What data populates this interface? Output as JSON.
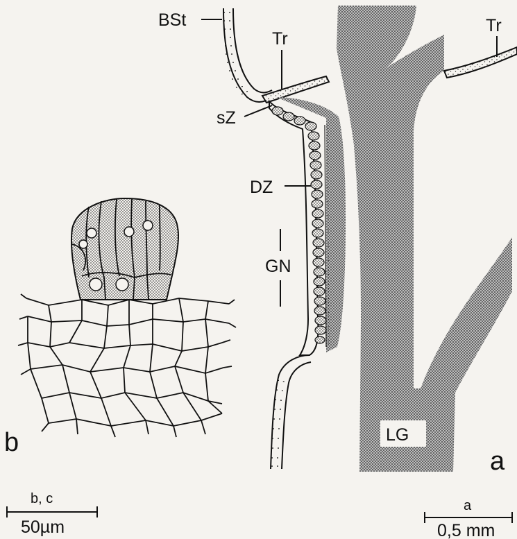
{
  "panels": {
    "a": {
      "letter": "a"
    },
    "b": {
      "letter": "b"
    }
  },
  "labels": {
    "bst": "BSt",
    "tr_left": "Tr",
    "tr_right": "Tr",
    "sz": "sZ",
    "dz": "DZ",
    "gn": "GN",
    "lg": "LG"
  },
  "scalebars": {
    "left": {
      "caption": "b, c",
      "value": "50µm"
    },
    "right": {
      "caption": "a",
      "value": "0,5 mm"
    }
  },
  "colors": {
    "background": "#f5f3ef",
    "ink": "#111111",
    "stipple": "#9a9a9a"
  }
}
